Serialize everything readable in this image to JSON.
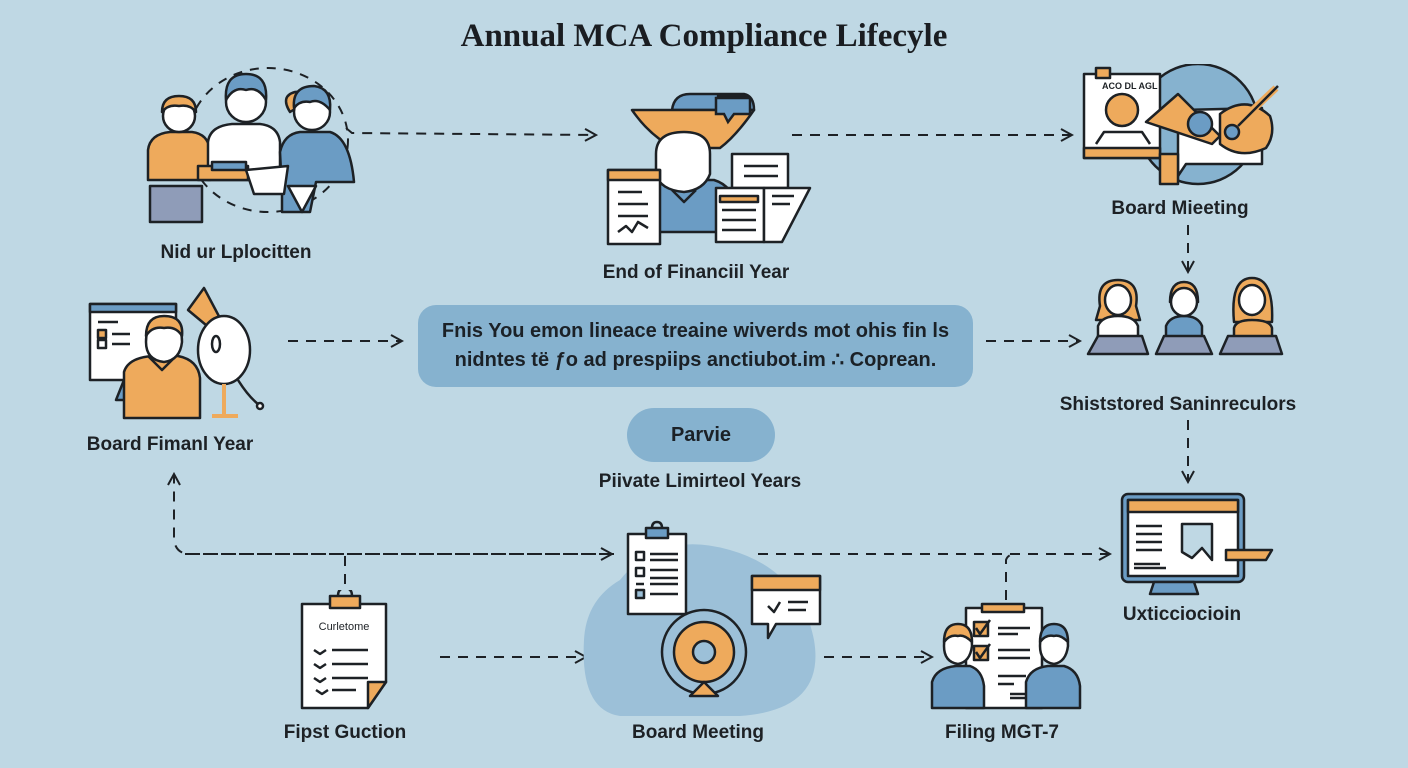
{
  "title": "Annual MCA Compliance Lifecyle",
  "colors": {
    "background": "#bfd8e4",
    "accent_orange": "#eeaa5c",
    "accent_blue": "#6b9cc4",
    "callout_fill": "#86b2cf",
    "outline": "#1d2125"
  },
  "nodes": [
    {
      "id": "team",
      "label": "Nid ur Lplocitten",
      "icon": "team-meeting-icon"
    },
    {
      "id": "end-fy",
      "label": "End of Financiil Year",
      "icon": "accountant-documents-icon"
    },
    {
      "id": "board-meeting-top",
      "label": "Board Mieeting",
      "icon": "board-meeting-presentation-icon",
      "card_text": "ACO DL AGL"
    },
    {
      "id": "board-fy",
      "label": "Board Fimanl Year",
      "icon": "presenter-monitor-icon"
    },
    {
      "id": "shareholders",
      "label": "Shiststored Saninreculors",
      "icon": "shareholders-group-icon"
    },
    {
      "id": "filing-portal",
      "label": "Uxticciocioin",
      "icon": "computer-monitor-icon"
    },
    {
      "id": "first-action",
      "label": "Fipst Guction",
      "icon": "checklist-clipboard-icon",
      "card_text": "Curletome"
    },
    {
      "id": "board-meeting-bottom",
      "label": "Board Meeting",
      "icon": "board-meeting-webcam-icon"
    },
    {
      "id": "filing-mgt7",
      "label": "Filing MGT-7",
      "icon": "filing-checklist-icon"
    }
  ],
  "callout": {
    "line1": "Fnis You emon lineace treaine wiverds mot ohis fin ls",
    "line2": "nidntes të ƒo ad prespiips anctiubot.im ∴ Coprean."
  },
  "pill": {
    "label": "Parvie"
  },
  "center_caption": "Piivate Limirteol Years"
}
